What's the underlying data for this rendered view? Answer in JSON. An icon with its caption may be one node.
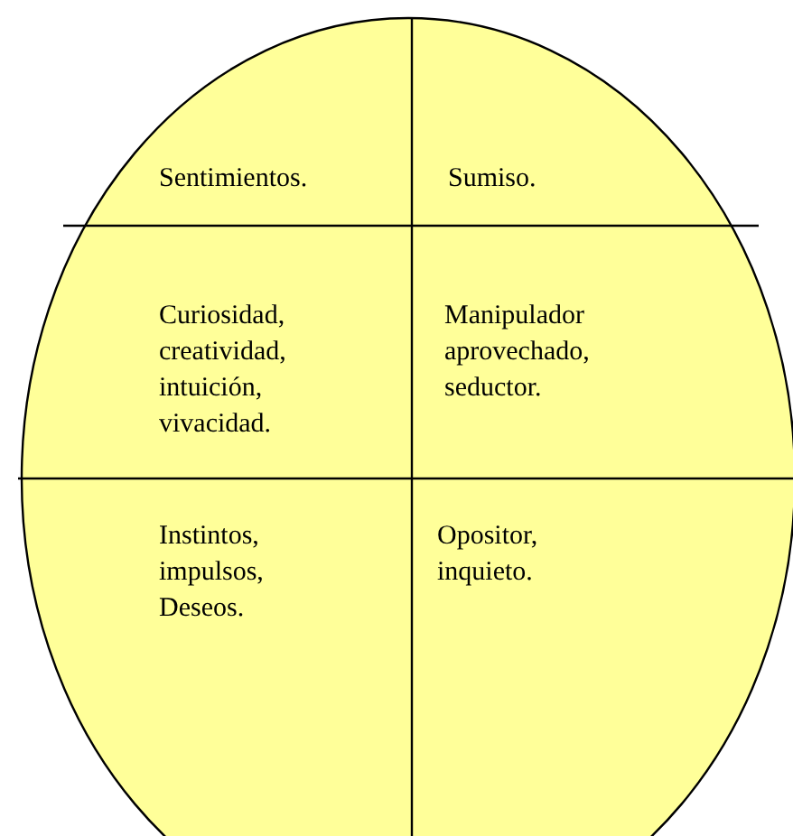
{
  "diagram": {
    "nodes": [
      {
        "text": [],
        "shape": "circle"
      },
      {
        "text": [
          "Sentimientos."
        ],
        "in": 0
      },
      {
        "text": [
          "Sumiso."
        ],
        "in": 0
      },
      {
        "text": [
          "Curiosidad, creatividad, intuición, vivacidad."
        ],
        "in": 0
      },
      {
        "text": [
          "Manipulador aprovechado, seductor."
        ],
        "in": 0
      },
      {
        "text": [
          "Instintos, impulsos, Deseos."
        ],
        "in": 0
      },
      {
        "text": [
          "Opositor, inquieto."
        ],
        "in": 0
      }
    ]
  }
}
